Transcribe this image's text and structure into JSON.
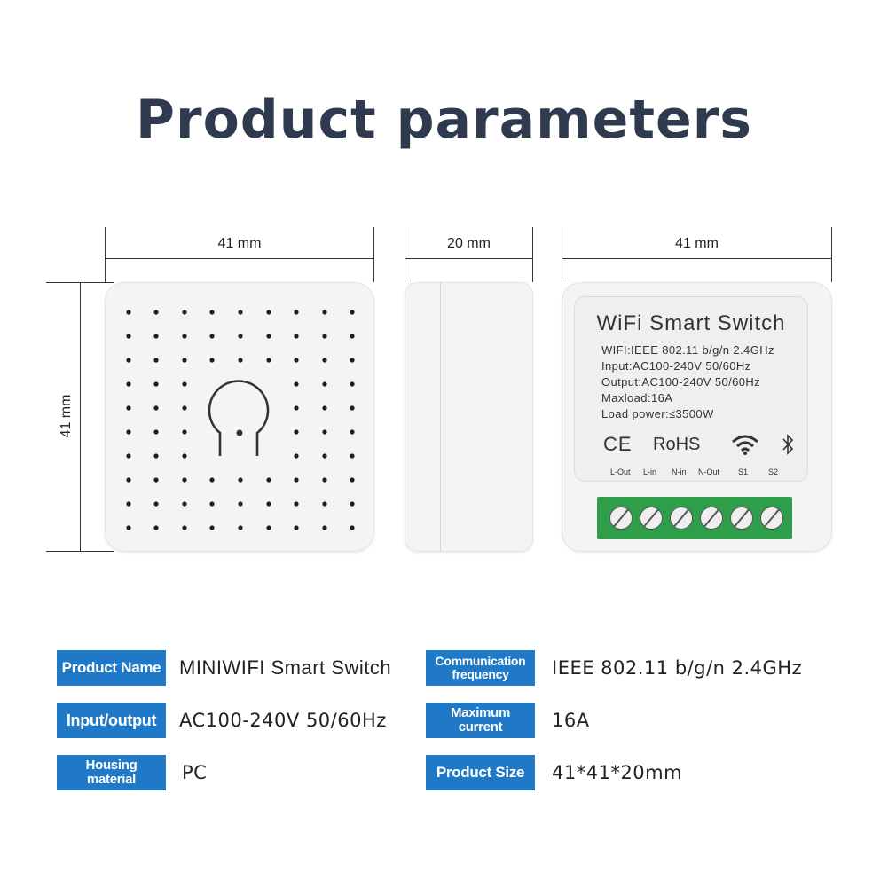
{
  "title": "Product parameters",
  "dimensions": {
    "front_width": "41 mm",
    "side_depth": "20 mm",
    "back_width": "41 mm",
    "height": "41 mm"
  },
  "device_label": {
    "title": "WiFi Smart Switch",
    "lines": [
      "WIFI:IEEE 802.11 b/g/n 2.4GHz",
      "Input:AC100-240V 50/60Hz",
      "Output:AC100-240V 50/60Hz",
      "Maxload:16A",
      "Load power:≤3500W"
    ],
    "ce_mark": "CE",
    "rohs": "RoHS",
    "terminals": [
      "L-Out",
      "L-in",
      "N-in",
      "N-Out",
      "S1",
      "S2"
    ]
  },
  "colors": {
    "badge": "#1f79c7",
    "terminal_block": "#2e9e4a",
    "title": "#2f3a4e"
  },
  "specs": {
    "product_name_label": "Product Name",
    "product_name_value": "MINIWIFI Smart Switch",
    "input_output_label": "Input/output",
    "input_output_value": "AC100-240V 50/60Hz",
    "housing_label_1": "Housing",
    "housing_label_2": "material",
    "housing_value": "PC",
    "comm_label_1": "Communication",
    "comm_label_2": "frequency",
    "comm_value": "IEEE 802.11 b/g/n 2.4GHz",
    "max_label_1": "Maximum",
    "max_label_2": "current",
    "max_value": "16A",
    "size_label": "Product Size",
    "size_value": "41*41*20mm"
  }
}
